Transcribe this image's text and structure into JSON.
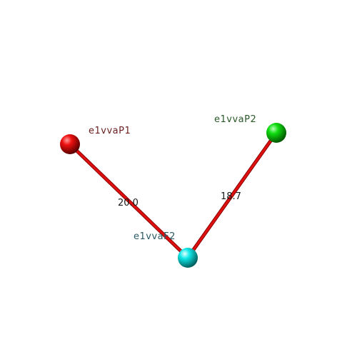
{
  "atoms": [
    {
      "id": "p1",
      "label": "e1vvaP1",
      "color": "#e00000",
      "label_color": "#6b1f1f"
    },
    {
      "id": "p2",
      "label": "e1vvaP2",
      "color": "#00d000",
      "label_color": "#2a5a2a"
    },
    {
      "id": "f2",
      "label": "e1vvaF2",
      "color": "#00e0e0",
      "label_color": "#2a5a66"
    }
  ],
  "bonds": [
    {
      "from": "p1",
      "to": "f2",
      "distance": "20.0",
      "color": "#e00000"
    },
    {
      "from": "p2",
      "to": "f2",
      "distance": "18.7",
      "color": "#e00000"
    }
  ]
}
